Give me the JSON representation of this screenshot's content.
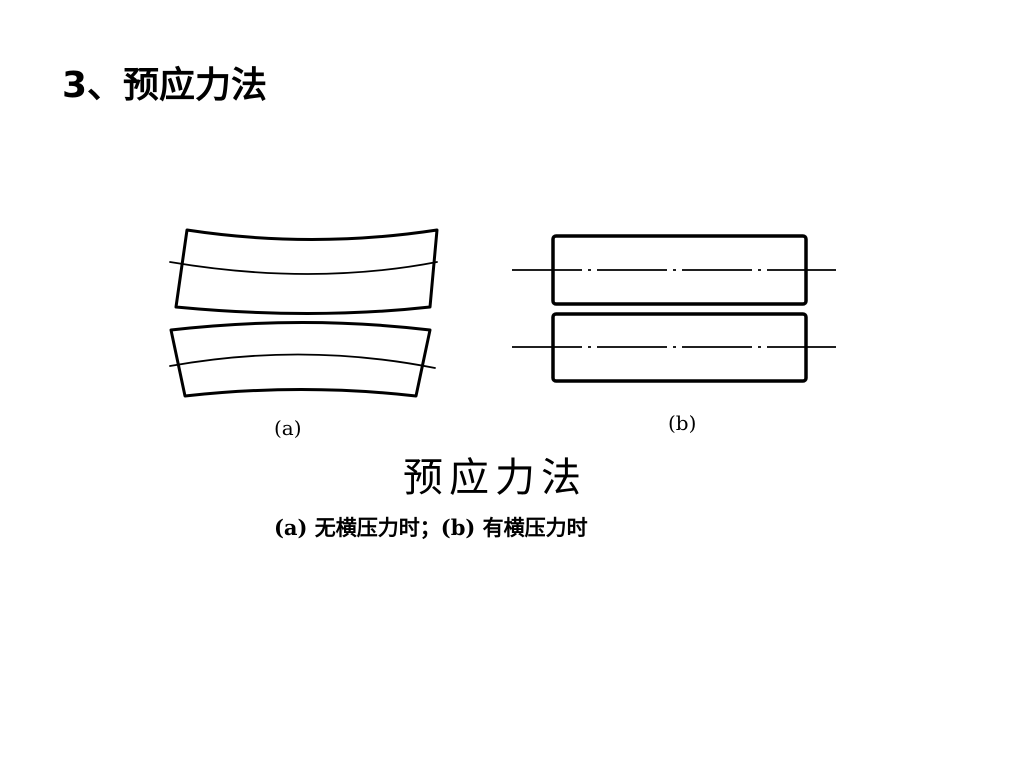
{
  "slide": {
    "title": "3、预应力法"
  },
  "figure": {
    "panel_a_label": "(a)",
    "panel_b_label": "(b)",
    "title": "预应力法",
    "caption": "(a) 无横压力时；(b) 有横压力时"
  },
  "colors": {
    "background": "#ffffff",
    "ink": "#000000"
  }
}
